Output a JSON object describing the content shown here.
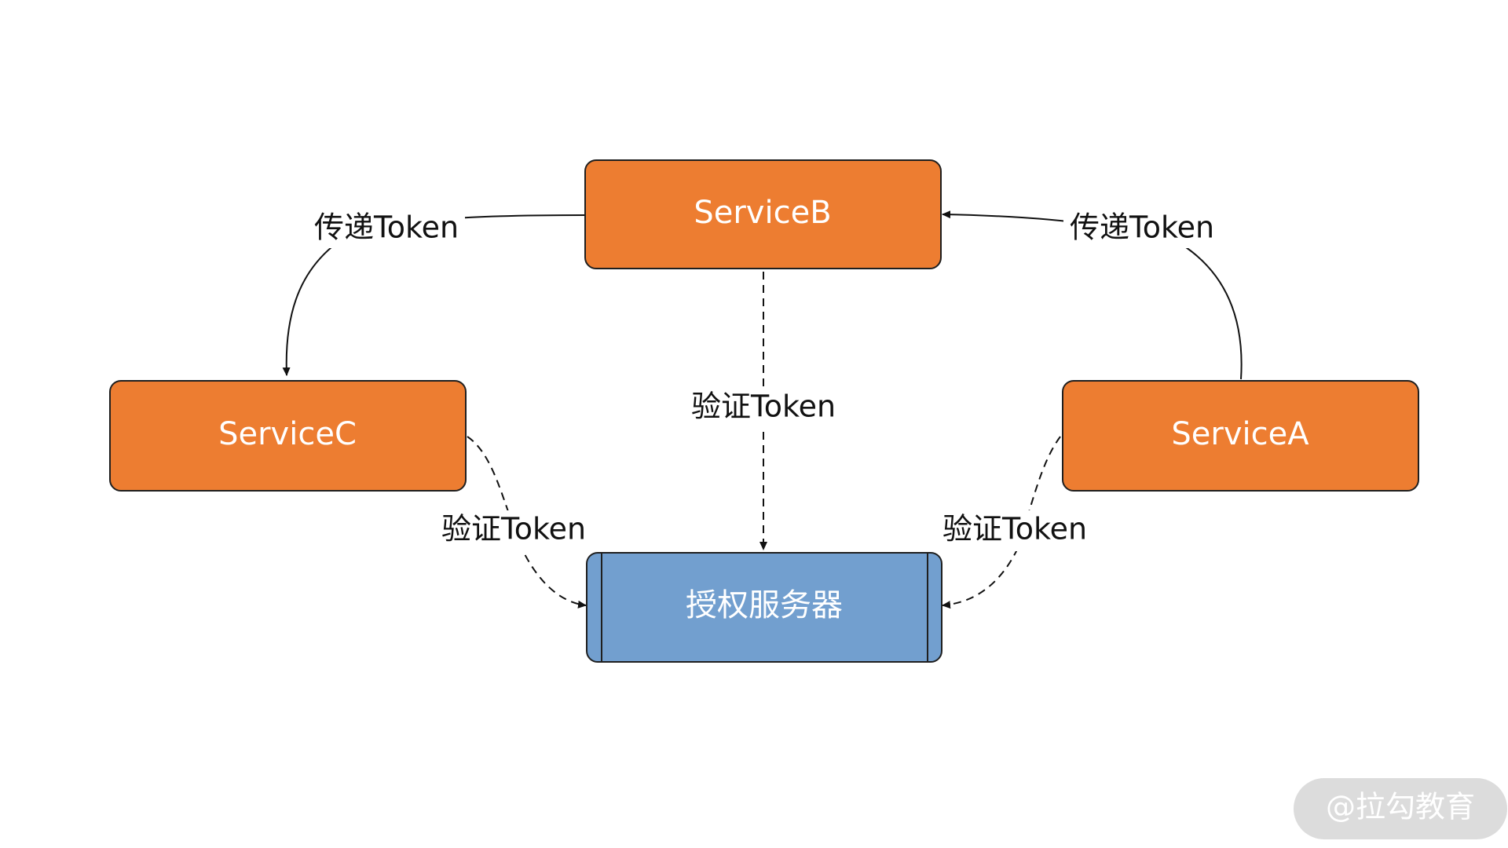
{
  "diagram": {
    "nodes": {
      "service_b": {
        "label": "ServiceB"
      },
      "service_c": {
        "label": "ServiceC"
      },
      "service_a": {
        "label": "ServiceA"
      },
      "auth_server": {
        "label": "授权服务器"
      }
    },
    "edges": {
      "a_to_b": {
        "label": "传递Token"
      },
      "b_to_c": {
        "label": "传递Token"
      },
      "b_to_auth": {
        "label": "验证Token"
      },
      "c_to_auth": {
        "label": "验证Token"
      },
      "a_to_auth": {
        "label": "验证Token"
      }
    },
    "colors": {
      "service_fill": "#ED7D31",
      "auth_fill": "#729FCF",
      "stroke": "#1F1F1F"
    }
  },
  "watermark": {
    "text": "@拉勾教育"
  }
}
